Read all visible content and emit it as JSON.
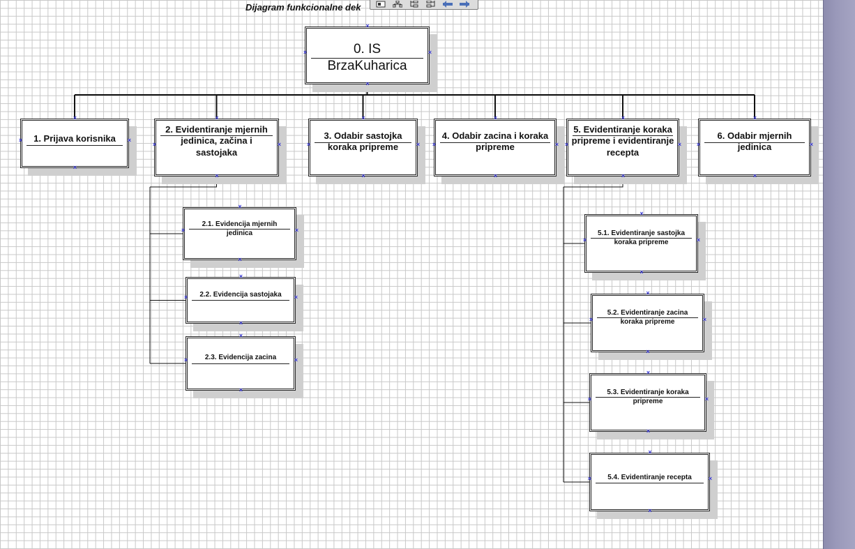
{
  "diagram": {
    "title": "Dijagram funkcionalne dek",
    "root": {
      "id": "n0",
      "label": "0. IS BrzaKuharica"
    },
    "children": [
      {
        "id": "n1",
        "label": "1. Prijava korisnika",
        "children": []
      },
      {
        "id": "n2",
        "label": "2.  Evidentiranje mjernih jedinica, začina i sastojaka",
        "children": [
          {
            "id": "n21",
            "label": "2.1. Evidencija mjernih jedinica"
          },
          {
            "id": "n22",
            "label": "2.2. Evidencija sastojaka"
          },
          {
            "id": "n23",
            "label": "2.3. Evidencija zacina"
          }
        ]
      },
      {
        "id": "n3",
        "label": "3. Odabir sastojka koraka pripreme",
        "children": []
      },
      {
        "id": "n4",
        "label": "4.  Odabir zacina i koraka pripreme",
        "children": []
      },
      {
        "id": "n5",
        "label": "5. Evidentiranje koraka pripreme i evidentiranje recepta",
        "children": [
          {
            "id": "n51",
            "label": "5.1. Evidentiranje sastojka koraka pripreme"
          },
          {
            "id": "n52",
            "label": "5.2. Evidentiranje zacina koraka pripreme"
          },
          {
            "id": "n53",
            "label": "5.3. Evidentiranje koraka pripreme"
          },
          {
            "id": "n54",
            "label": "5.4. Evidentiranje recepta"
          }
        ]
      },
      {
        "id": "n6",
        "label": "6. Odabir mjernih jedinica",
        "children": []
      }
    ]
  },
  "toolbar": {
    "buttons": [
      {
        "icon": "layout-icon"
      },
      {
        "icon": "org-chart-icon"
      },
      {
        "icon": "tree-left-icon"
      },
      {
        "icon": "tree-right-icon"
      },
      {
        "icon": "move-left-icon"
      },
      {
        "icon": "move-right-icon"
      }
    ]
  },
  "colors": {
    "connector": "#111111",
    "handle": "#3a3ad8",
    "shadow": "#cfcfcf",
    "grid": "#c8c8c8",
    "rail": "#9a99ba"
  }
}
